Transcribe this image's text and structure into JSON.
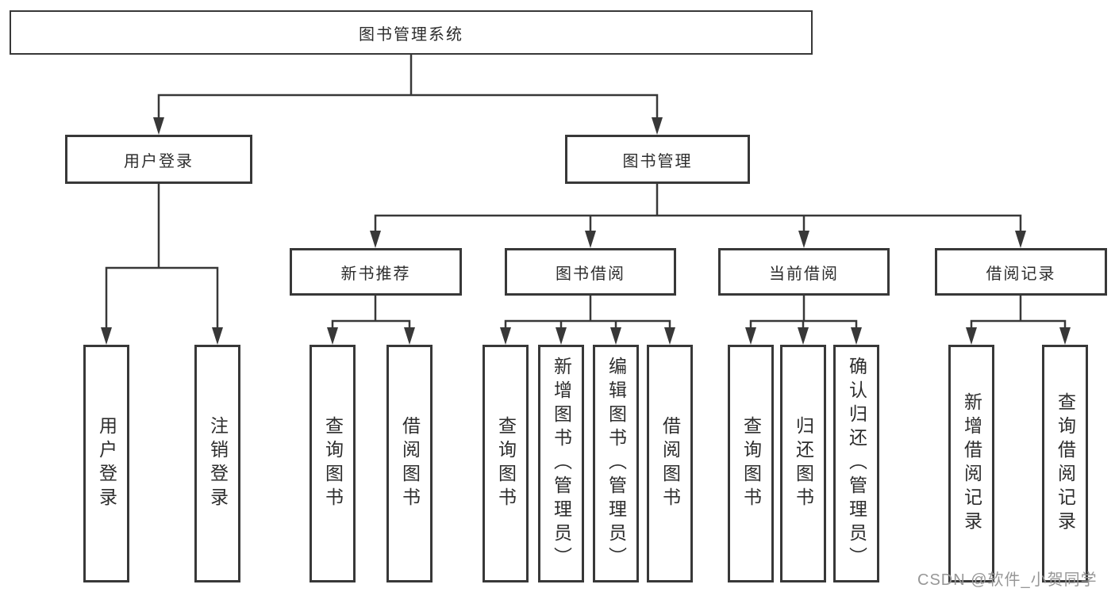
{
  "tree": {
    "label": "图书管理系统",
    "children": [
      {
        "label": "用户登录",
        "children": [
          {
            "label": "用户登录"
          },
          {
            "label": "注销登录"
          }
        ]
      },
      {
        "label": "图书管理",
        "children": [
          {
            "label": "新书推荐",
            "children": [
              {
                "label": "查询图书"
              },
              {
                "label": "借阅图书"
              }
            ]
          },
          {
            "label": "图书借阅",
            "children": [
              {
                "label": "查询图书"
              },
              {
                "label": "新增图书（管理员）"
              },
              {
                "label": "编辑图书（管理员）"
              },
              {
                "label": "借阅图书"
              }
            ]
          },
          {
            "label": "当前借阅",
            "children": [
              {
                "label": "查询图书"
              },
              {
                "label": "归还图书"
              },
              {
                "label": "确认归还（管理员）"
              }
            ]
          },
          {
            "label": "借阅记录",
            "children": [
              {
                "label": "新增借阅记录"
              },
              {
                "label": "查询借阅记录"
              }
            ]
          }
        ]
      }
    ]
  },
  "watermark": {
    "text": "CSDN @软件_小贺同学"
  },
  "colors": {
    "line": "#383838",
    "box_border": "#383838",
    "text": "#2d2d2d",
    "watermark": "#979797",
    "background": "#ffffff"
  }
}
